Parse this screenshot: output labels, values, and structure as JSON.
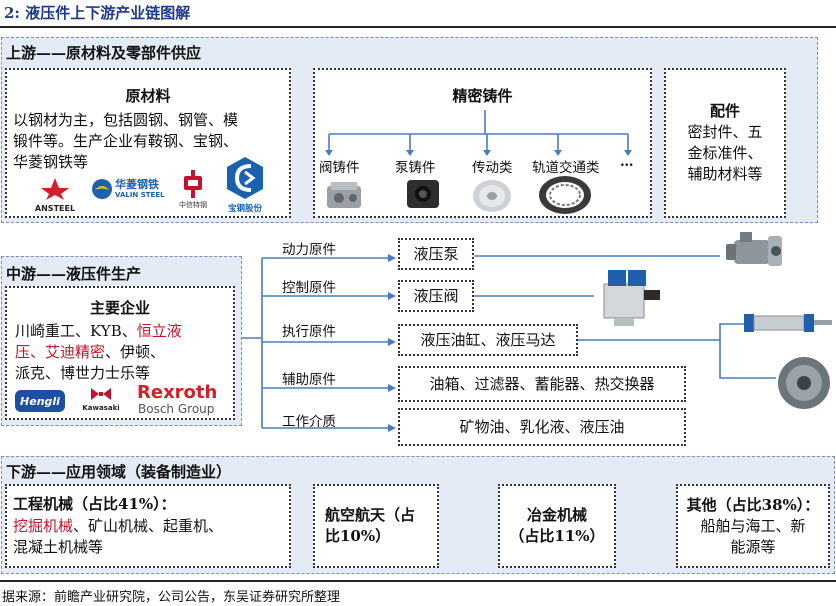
{
  "figure": {
    "title": "2:  液压件上下游产业链图解",
    "source": "据来源：前瞻产业研究院，公司公告，东吴证券研究所整理"
  },
  "upstream": {
    "title": "上游——原材料及零部件供应",
    "raw_materials": {
      "title": "原材料",
      "lines": [
        "以钢材为主，包括圆钢、钢管、模",
        "锻件等。生产企业有鞍钢、宝钢、",
        "华菱钢铁等"
      ],
      "logos": {
        "ansteel": "ANSTEEL",
        "valin_cn": "华菱钢铁",
        "valin_en": "VALIN STEEL",
        "citic": "中信特钢",
        "baosteel": "宝钢股份"
      }
    },
    "castings": {
      "title": "精密铸件",
      "items": [
        "阀铸件",
        "泵铸件",
        "传动类",
        "轨道交通类",
        "…"
      ]
    },
    "accessories": {
      "title": "配件",
      "lines": [
        "密封件、五",
        "金标准件、",
        "辅助材料等"
      ]
    }
  },
  "midstream": {
    "title": "中游——液压件生产",
    "companies": {
      "title": "主要企业",
      "line1_a": "川崎重工、KYB、",
      "line1_b": "恒立液",
      "line2_a": "压、艾迪精密",
      "line2_b": "、伊顿、",
      "line3": "派克、博世力士乐等",
      "logos": {
        "hengli": "Hengli",
        "kawasaki": "Kawasaki",
        "rexroth": "Rexroth",
        "bosch": "Bosch Group"
      }
    },
    "categories": [
      {
        "label": "动力原件",
        "products": "液压泵"
      },
      {
        "label": "控制原件",
        "products": "液压阀"
      },
      {
        "label": "执行原件",
        "products": "液压油缸、液压马达"
      },
      {
        "label": "辅助原件",
        "products": "油箱、过滤器、蓄能器、热交换器"
      },
      {
        "label": "工作介质",
        "products": "矿物油、乳化液、液压油"
      }
    ]
  },
  "downstream": {
    "title": "下游——应用领域（装备制造业）",
    "construction": {
      "title": "工程机械（占比41%）：",
      "line2_red": "挖掘机械",
      "line2_rest": "、矿山机械、起重机、",
      "line3": "混凝土机械等"
    },
    "aerospace": {
      "line1": "航空航天（占",
      "line2": "比10%）"
    },
    "metallurgy": {
      "line1": "冶金机械",
      "line2": "（占比11%）"
    },
    "others": {
      "title": "其他（占比38%）：",
      "line2": "船舶与海工、新",
      "line3": "能源等"
    }
  }
}
